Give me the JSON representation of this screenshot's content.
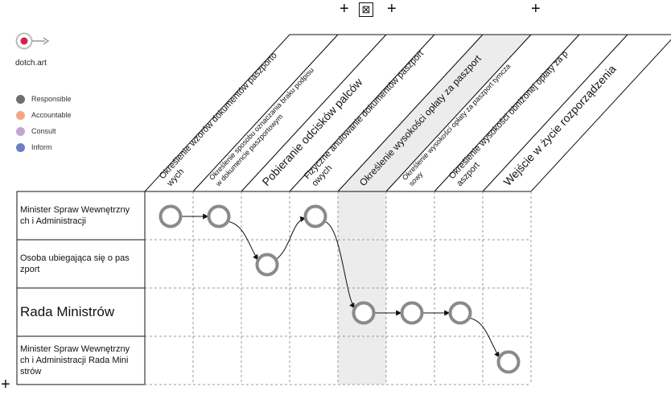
{
  "brand": {
    "name": "dotch.art"
  },
  "toolbar": {
    "plus_left": "+",
    "close": "⊠",
    "plus_mid": "+",
    "plus_right": "+",
    "plus_bottom": "+"
  },
  "legend": [
    {
      "label": "Responsible",
      "color": "#6f6f6f"
    },
    {
      "label": "Accountable",
      "color": "#f4a582"
    },
    {
      "label": "Consult",
      "color": "#c2a5cf"
    },
    {
      "label": "Inform",
      "color": "#6b7fc4"
    }
  ],
  "columns": [
    {
      "lines": [
        "Określenie wzorów dokumentów paszporto",
        "wych"
      ],
      "size": 11,
      "highlight": false
    },
    {
      "lines": [
        "Określenie sposobu oznaczania braku podpisu",
        "w dokumencie paszportowym"
      ],
      "size": 9,
      "highlight": false
    },
    {
      "lines": [
        "Pobieranie odcisków palców"
      ],
      "size": 14,
      "highlight": false
    },
    {
      "lines": [
        "Fizyczne anulowanie dokumentów paszport",
        "owych"
      ],
      "size": 11,
      "highlight": false
    },
    {
      "lines": [
        "Określenie wysokości opłaty za paszport"
      ],
      "size": 12,
      "highlight": true
    },
    {
      "lines": [
        "Określenie wysokości opłaty za paszport tymcza",
        "sowy"
      ],
      "size": 9,
      "highlight": false
    },
    {
      "lines": [
        "Określenie wysokości obniżonej opłaty za p",
        "aszport"
      ],
      "size": 11,
      "highlight": false
    },
    {
      "lines": [
        "Wejście w życie rozporządzenia"
      ],
      "size": 14,
      "highlight": false
    }
  ],
  "rows": [
    {
      "label": "Minister Spraw Wewnętrzny ch i Administracji",
      "big": false
    },
    {
      "label": "Osoba ubiegająca się o pas zport",
      "big": false
    },
    {
      "label": "Rada Ministrów",
      "big": true
    },
    {
      "label": "Minister Spraw Wewnętrzny ch i Administracji Rada Mini strów",
      "big": false
    }
  ],
  "steps": [
    {
      "row": 0,
      "col": 0
    },
    {
      "row": 0,
      "col": 1
    },
    {
      "row": 1,
      "col": 2
    },
    {
      "row": 0,
      "col": 3
    },
    {
      "row": 2,
      "col": 4
    },
    {
      "row": 2,
      "col": 5
    },
    {
      "row": 2,
      "col": 6
    },
    {
      "row": 3,
      "col": 7
    }
  ]
}
